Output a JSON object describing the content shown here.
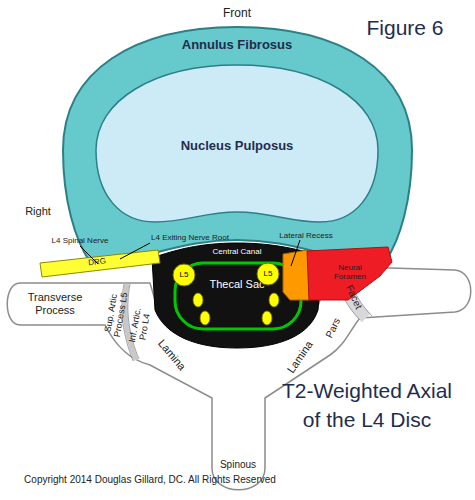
{
  "diagram": {
    "title": "T2-Weighted Axial of the L4 Disc",
    "nodes": [
      {
        "text": [
          "Annulus Fibrosus"
        ]
      },
      {
        "text": [
          "Nucleus Pulposus"
        ],
        "in": 0
      },
      {
        "text": [
          "DRG"
        ]
      },
      {
        "text": [
          "Central Canal"
        ]
      },
      {
        "text": [
          "Thecal Sac"
        ],
        "in": 3
      },
      {
        "text": [
          "L5"
        ],
        "in": 4
      },
      {
        "text": [
          "L5"
        ],
        "in": 4
      },
      {
        "text": [
          "Lateral Recess"
        ]
      },
      {
        "text": [
          "Neural Foramen"
        ]
      }
    ],
    "labels": [
      "Front",
      "Figure 6",
      "Right",
      "L4 Spinal Nerve",
      "L4 Exiting Nerve Root",
      "Transverse Process",
      "Sup. Artic Process L5",
      "Inf. Artic. Pro L4",
      "Lamina",
      "Lamina",
      "Pars",
      "Facet",
      "Spinous",
      "Copyright 2014 Douglas Gillard, DC. All Rights Reserved"
    ]
  }
}
